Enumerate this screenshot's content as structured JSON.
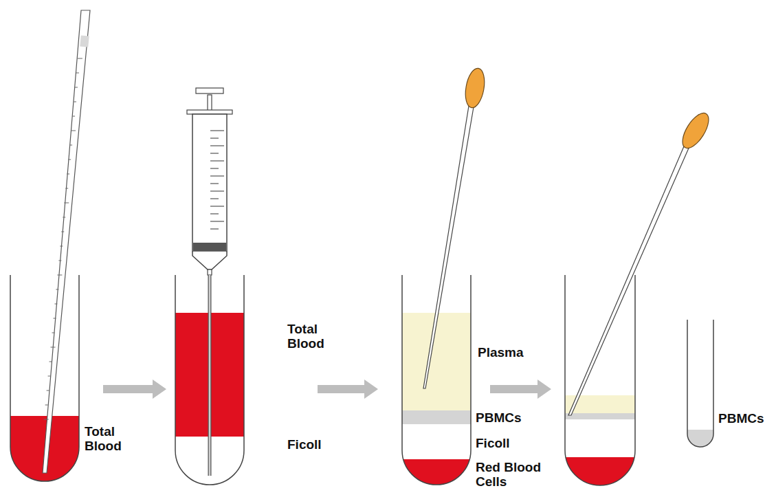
{
  "diagram": {
    "labels": [
      "Total Blood",
      "Total Blood",
      "Ficoll",
      "Plasma",
      "PBMCs",
      "Ficoll",
      "Red Blood Cells",
      "PBMCs"
    ]
  }
}
